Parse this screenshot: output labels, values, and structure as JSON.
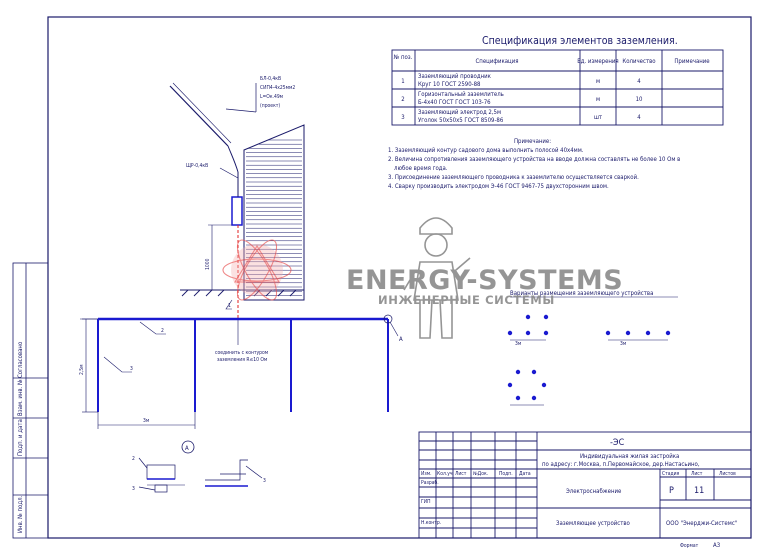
{
  "spec": {
    "title": "Спецификация элементов заземления.",
    "headers": [
      "№ поз.",
      "Спецификация",
      "Ед. измерения",
      "Количество",
      "Примечание"
    ],
    "rows": [
      {
        "pos": "1",
        "spec_l1": "Заземляющий проводник",
        "spec_l2": "Круг 10 ГОСТ 2590-88",
        "unit": "м",
        "qty": "4",
        "note": ""
      },
      {
        "pos": "2",
        "spec_l1": "Горизонтальный заземлитель",
        "spec_l2": "Б-4х40 ГОСТ ГОСТ 103-76",
        "unit": "м",
        "qty": "10",
        "note": ""
      },
      {
        "pos": "3",
        "spec_l1": "Заземляющий электрод 2,5м",
        "spec_l2": "Уголок 50х50х5 ГОСТ 8509-86",
        "unit": "шт",
        "qty": "4",
        "note": ""
      }
    ]
  },
  "notes": {
    "title": "Примечание:",
    "items": [
      "1. Заземляющий контур садового дома выполнить полосой 40х4мм.",
      "2. Величина сопротивления заземляющего устройства на вводе должна составлять не более 10 Ом в",
      "любое время года.",
      "3. Присоединение заземляющего проводника к заземлителю осуществляется сваркой.",
      "4. Сварку производить электродом Э-46 ГОСТ 9467-75 двухсторонним швом."
    ]
  },
  "logo": {
    "name": "ENERGY-SYSTEMS",
    "subtitle": "ИНЖЕНЕРНЫЕ СИСТЕМЫ"
  },
  "drawing": {
    "cable_labels": [
      "БЛ-0,4кВ",
      "СИП4-4х25мм2",
      "L=Ок.49м",
      "(проект)"
    ],
    "switchboard_label": "ЩР-0,4кВ",
    "height_dim": "1000",
    "weld_note_l1": "соединить с контуром",
    "weld_note_l2": "заземления R≤10 Ом",
    "depth_dim": "2,5м",
    "span_dim": "3м",
    "callouts": [
      "1",
      "2",
      "3"
    ],
    "node_label": "А",
    "detail_label": "А",
    "detail_callouts": [
      "2",
      "3",
      "3"
    ],
    "variants_title": "Варианты размещения заземляющего устройства",
    "variant_dim": "3м"
  },
  "stamp_side": {
    "labels": [
      "Согласовано",
      "Взам. инв. №",
      "Подп. и дата",
      "Инв. № подл."
    ]
  },
  "title_block": {
    "code": "-ЭС",
    "address_l1": "Индивидуальная жилая застройка",
    "address_l2": "по адресу: г.Москва, п.Первомайское, дер.Настасьино,",
    "cols": [
      "Изм.",
      "Кол.уч",
      "Лист",
      "№Док.",
      "Подп.",
      "Дата"
    ],
    "roles": [
      "Разраб.",
      "ГИП",
      "Н.контр."
    ],
    "section": "Электроснабжение",
    "drawing_name": "Заземляющее устройство",
    "stage_h": "Стадия",
    "sheet_h": "Лист",
    "sheets_h": "Листов",
    "stage": "Р",
    "sheet": "11",
    "sheets": "",
    "company": "ООО \"Энерджи-Системс\"",
    "format_label": "Формат",
    "format": "А3"
  },
  "colors": {
    "ink": "#1a1a6a",
    "blue": "#1a1ad0",
    "red": "#e02020",
    "watermark": "#8a8a8a"
  }
}
